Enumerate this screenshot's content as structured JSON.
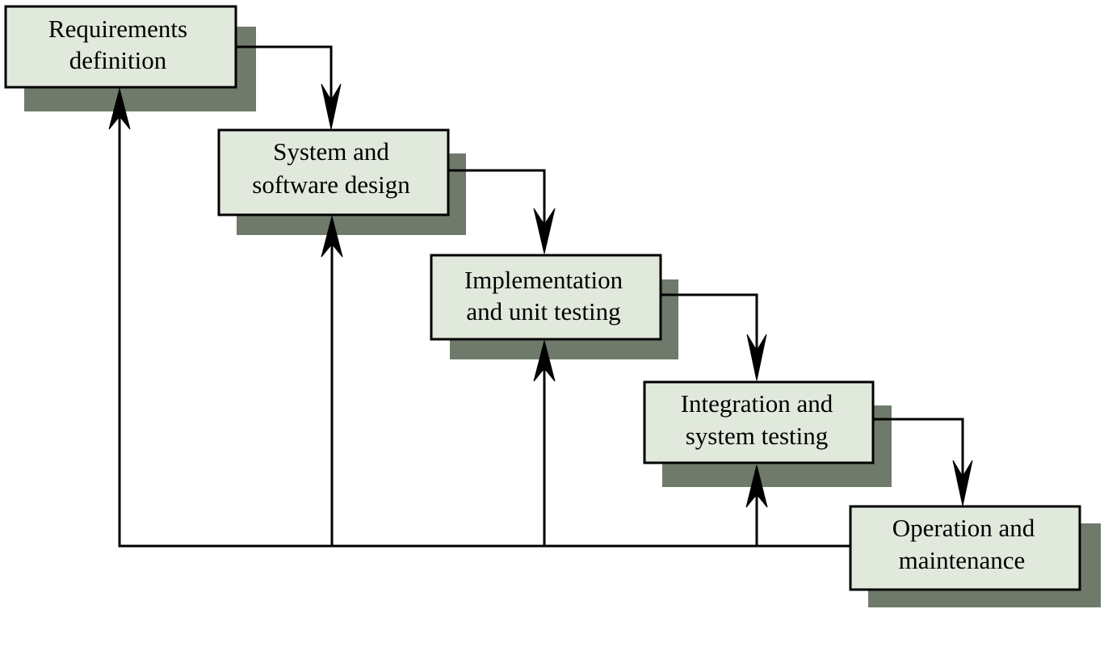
{
  "diagram": {
    "stages": [
      {
        "line1": "Requirements",
        "line2": "definition"
      },
      {
        "line1": "System and",
        "line2": "software design"
      },
      {
        "line1": "Implementation",
        "line2": "and unit testing"
      },
      {
        "line1": "Integration and",
        "line2": "system testing"
      },
      {
        "line1": "Operation and",
        "line2": "maintenance"
      }
    ],
    "colors": {
      "box_fill": "#e1e8dc",
      "shadow": "#6f7a6b",
      "stroke": "#000000",
      "background": "#ffffff"
    }
  }
}
